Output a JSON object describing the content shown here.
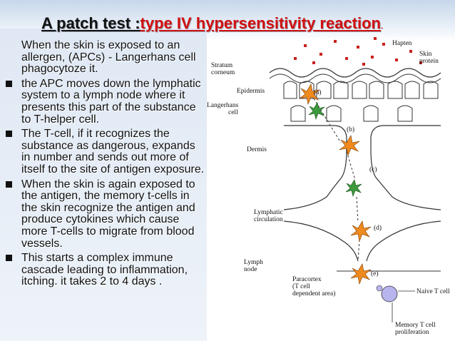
{
  "slide": {
    "title_part1": "A patch test :",
    "title_part2": "type IV hypersensitivity reaction",
    "title_dot": "."
  },
  "bullets": [
    {
      "text": "When the skin is exposed to an allergen, (APCs) - Langerhans cell phagocytoze it.",
      "has_marker": false
    },
    {
      "text": "the APC moves down the lymphatic system to a lymph node where it presents this part of the substance to T-helper cell.",
      "has_marker": true
    },
    {
      "text": "The T-cell, if it recognizes the substance as dangerous, expands in number and sends out more of itself to the site of antigen exposure.",
      "has_marker": true
    },
    {
      "text": "When the skin is again exposed to the antigen, the memory t-cells in the skin recognize the antigen and produce cytokines which cause more T-cells to migrate from blood vessels.",
      "has_marker": true
    },
    {
      "text": "This starts a complex immune cascade leading to inflammation, itching. it takes 2 to 4 days .",
      "has_marker": true
    }
  ],
  "diagram": {
    "hapten": "Hapten",
    "skin_protein_1": "Skin",
    "skin_protein_2": "protein",
    "stratum_1": "Stratum",
    "stratum_2": "corneum",
    "epidermis": "Epidermis",
    "langerhans_1": "Langerhans",
    "langerhans_2": "cell",
    "dermis": "Dermis",
    "lymphatic_1": "Lymphatic",
    "lymphatic_2": "circulation",
    "lymph_node_1": "Lymph",
    "lymph_node_2": "node",
    "paracortex_1": "Paracortex",
    "paracortex_2": "(T cell",
    "paracortex_3": "dependent area)",
    "naive_t_cell": "Naive T cell",
    "memory_1": "Memory T cell",
    "memory_2": "proliferation",
    "step_a": "(a)",
    "step_b": "(b)",
    "step_c": "(c)",
    "step_d": "(d)",
    "step_e": "(e)",
    "colors": {
      "cell_orange": "#f08a1e",
      "cell_green": "#3c9a3c",
      "hapten_red": "#c8201e",
      "naive_cell": "#b8b4ee"
    }
  }
}
